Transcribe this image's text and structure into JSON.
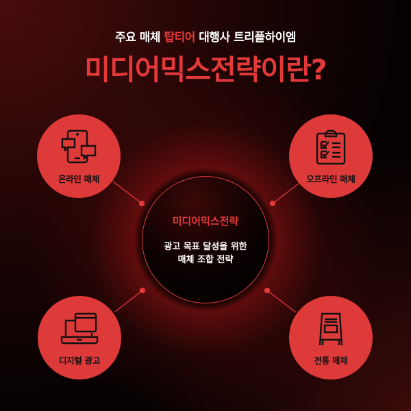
{
  "header": {
    "sub_pre": "주요 매체 ",
    "sub_highlight": "탑티어",
    "sub_post": " 대행사 트리플하이엠",
    "title": "미디어믹스전략이란?"
  },
  "center": {
    "title": "미디어믹스전략",
    "desc_line1": "광고 목표 달성을 위한",
    "desc_line2": "매체 조합 전략"
  },
  "nodes": [
    {
      "label": "온라인 매체",
      "icon": "tablet-chat-icon"
    },
    {
      "label": "오프라인 매체",
      "icon": "clipboard-checklist-icon"
    },
    {
      "label": "디지털 광고",
      "icon": "laptop-browser-icon"
    },
    {
      "label": "전통 매체",
      "icon": "a-frame-sign-icon"
    }
  ],
  "colors": {
    "accent": "#e4393a",
    "node": "#df3a3a",
    "background": "#050101"
  }
}
